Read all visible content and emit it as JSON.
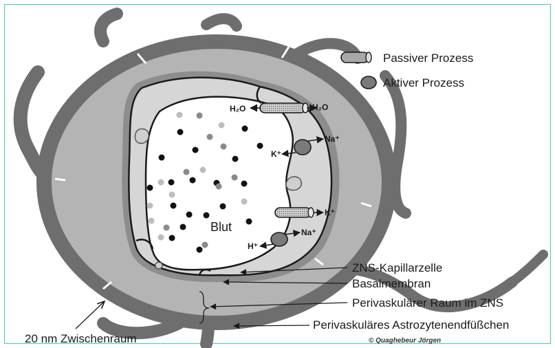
{
  "legend": {
    "passive_label": "Passiver Prozess",
    "active_label": "Aktiver Prozess",
    "passive_icon": "cylinder-channel-icon",
    "active_icon": "ellipse-pump-icon"
  },
  "labels": {
    "blut": "Blut",
    "h2o_left": "H₂O",
    "h2o_right": "H₂O",
    "na_top": "Na⁺",
    "k_top": "K⁺",
    "k_bottom": "K⁺",
    "na_bottom": "Na⁺",
    "h_bottom": "H⁺",
    "zns_kapillarzelle": "ZNS-Kapillarzelle",
    "basalmembran": "Basalmembran",
    "perivaskulaerer_raum": "Perivaskulärer Raum im ZNS",
    "astrozytenendfuesschen": "Perivaskuläres Astrozytenendfüßchen",
    "zwischenraum": "20 nm Zwischenraum",
    "credit": "© Quaghebeur Jörgen"
  },
  "colors": {
    "border": "#5fc9b5",
    "astrocyte": "#6e6e6e",
    "perivascular_space": "#b4b4b4",
    "endothelium": "#d6d6d6",
    "lumen": "#ffffff",
    "dot_black": "#111111",
    "dot_dark": "#8a8a8a",
    "dot_light": "#bdbdbd"
  },
  "blood_particles": [
    {
      "shade": "light"
    },
    {
      "shade": "dark"
    },
    {
      "shade": "black"
    },
    {
      "shade": "light"
    },
    {
      "shade": "black"
    },
    {
      "shade": "dark"
    },
    {
      "shade": "black"
    },
    {
      "shade": "black"
    },
    {
      "shade": "dark"
    },
    {
      "shade": "black"
    },
    {
      "shade": "black"
    },
    {
      "shade": "light"
    },
    {
      "shade": "dark"
    },
    {
      "shade": "black"
    },
    {
      "shade": "black"
    },
    {
      "shade": "light"
    },
    {
      "shade": "black"
    },
    {
      "shade": "light"
    },
    {
      "shade": "black"
    },
    {
      "shade": "dark"
    },
    {
      "shade": "black"
    },
    {
      "shade": "light"
    },
    {
      "shade": "black"
    },
    {
      "shade": "dark"
    },
    {
      "shade": "light"
    },
    {
      "shade": "black"
    },
    {
      "shade": "black"
    },
    {
      "shade": "black"
    },
    {
      "shade": "light"
    },
    {
      "shade": "black"
    },
    {
      "shade": "dark"
    },
    {
      "shade": "black"
    },
    {
      "shade": "light"
    },
    {
      "shade": "black"
    },
    {
      "shade": "dark"
    },
    {
      "shade": "black"
    }
  ]
}
